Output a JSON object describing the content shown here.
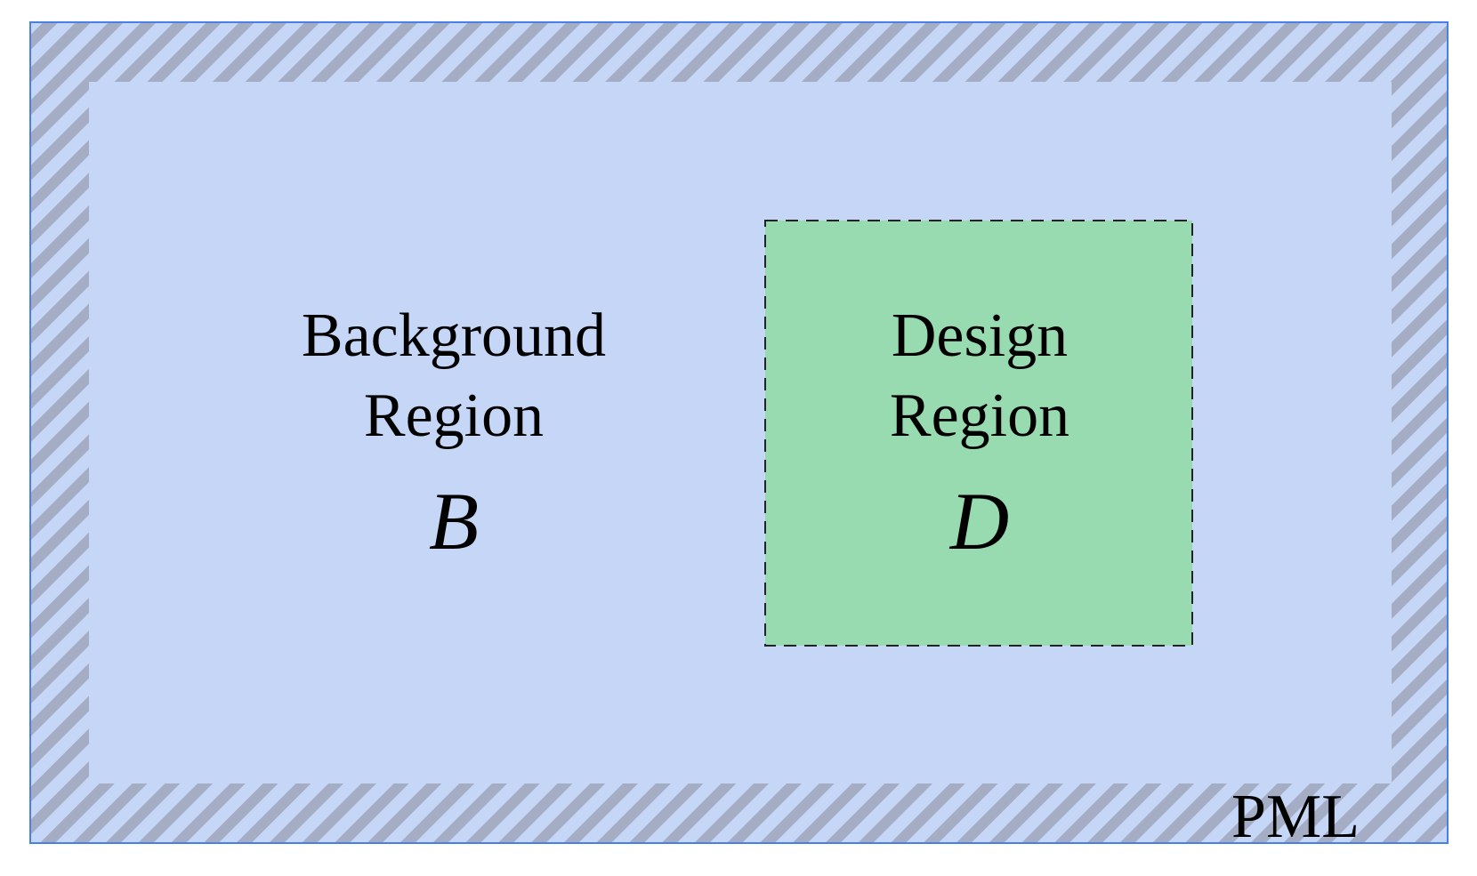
{
  "colors": {
    "background_region": "#c5d6f7",
    "pml_hatch": "#a4adc4",
    "outer_border": "#4a7fe8",
    "design_region": "#98dbb0",
    "design_border": "#222222"
  },
  "background_region": {
    "line1": "Background",
    "line2": "Region",
    "symbol": "B"
  },
  "design_region": {
    "line1": "Design",
    "line2": "Region",
    "symbol": "D"
  },
  "pml": {
    "label": "PML"
  }
}
